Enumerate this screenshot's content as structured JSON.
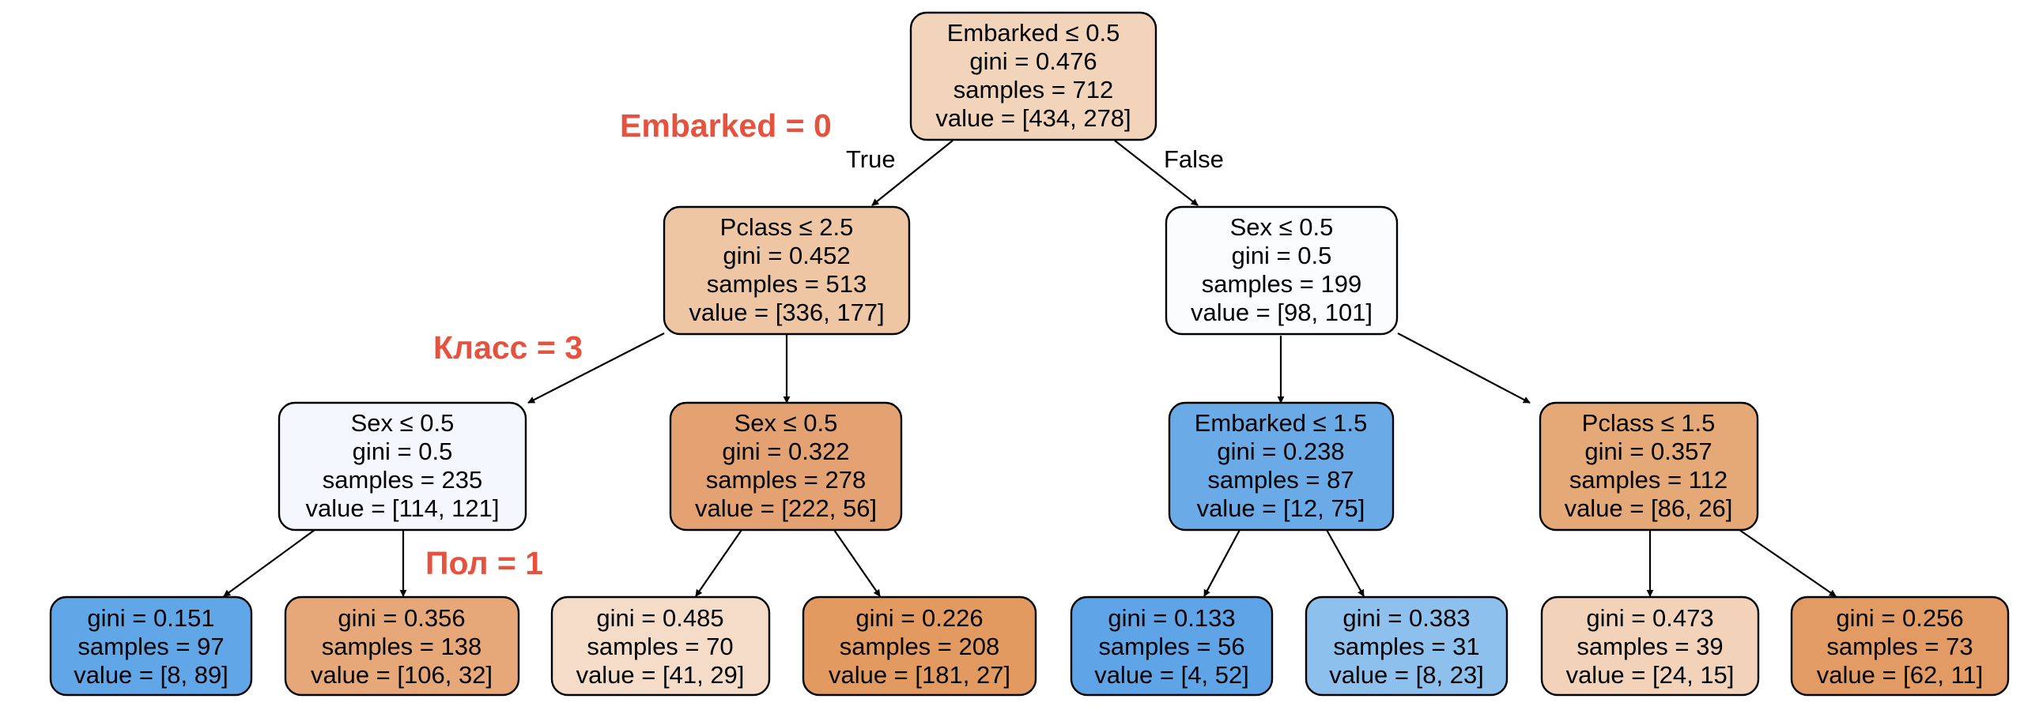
{
  "colors": {
    "orange_strong": "#e29b64",
    "orange_medium": "#e4a775",
    "orange_light": "#ecc09c",
    "orange_pale": "#f2d4bb",
    "orange_faint": "#f5dcc8",
    "white_bluish": "#f6fafe",
    "blue_strong": "#61a6e6",
    "blue_medium": "#6aabe7",
    "blue_light": "#8ec0ee",
    "annotation_red": "#e5533f"
  },
  "tree": {
    "root": {
      "lines": [
        "Embarked ≤ 0.5",
        "gini = 0.476",
        "samples = 712",
        "value = [434, 278]"
      ],
      "color": "#f2d4bb"
    },
    "left": {
      "lines": [
        "Pclass ≤ 2.5",
        "gini = 0.452",
        "samples = 513",
        "value = [336, 177]"
      ],
      "color": "#efc6a4"
    },
    "right": {
      "lines": [
        "Sex ≤ 0.5",
        "gini = 0.5",
        "samples = 199",
        "value = [98, 101]"
      ],
      "color": "#fafcfe"
    },
    "left_left": {
      "lines": [
        "Sex ≤ 0.5",
        "gini = 0.5",
        "samples = 235",
        "value = [114, 121]"
      ],
      "color": "#f4f8fe"
    },
    "left_right": {
      "lines": [
        "Sex ≤ 0.5",
        "gini = 0.322",
        "samples = 278",
        "value = [222, 56]"
      ],
      "color": "#e4a272"
    },
    "right_left": {
      "lines": [
        "Embarked ≤ 1.5",
        "gini = 0.238",
        "samples = 87",
        "value = [12, 75]"
      ],
      "color": "#6aabe7"
    },
    "right_right": {
      "lines": [
        "Pclass ≤ 1.5",
        "gini = 0.357",
        "samples = 112",
        "value = [86, 26]"
      ],
      "color": "#e5a877"
    },
    "leaf_1": {
      "lines": [
        "gini = 0.151",
        "samples = 97",
        "value = [8, 89]"
      ],
      "color": "#61a6e6"
    },
    "leaf_2": {
      "lines": [
        "gini = 0.356",
        "samples = 138",
        "value = [106, 32]"
      ],
      "color": "#e6a878"
    },
    "leaf_3": {
      "lines": [
        "gini = 0.485",
        "samples = 70",
        "value = [41, 29]"
      ],
      "color": "#f5dcc8"
    },
    "leaf_4": {
      "lines": [
        "gini = 0.226",
        "samples = 208",
        "value = [181, 27]"
      ],
      "color": "#e29a61"
    },
    "leaf_5": {
      "lines": [
        "gini = 0.133",
        "samples = 56",
        "value = [4, 52]"
      ],
      "color": "#5ea4e6"
    },
    "leaf_6": {
      "lines": [
        "gini = 0.383",
        "samples = 31",
        "value = [8, 23]"
      ],
      "color": "#8ec0ee"
    },
    "leaf_7": {
      "lines": [
        "gini = 0.473",
        "samples = 39",
        "value = [24, 15]"
      ],
      "color": "#f2d2b9"
    },
    "leaf_8": {
      "lines": [
        "gini = 0.256",
        "samples = 73",
        "value = [62, 11]"
      ],
      "color": "#e29b64"
    }
  },
  "edge_labels": {
    "true_label": "True",
    "false_label": "False"
  },
  "annotations": {
    "embarked": "Embarked = 0",
    "klass": "Класс = 3",
    "pol": "Пол = 1"
  }
}
